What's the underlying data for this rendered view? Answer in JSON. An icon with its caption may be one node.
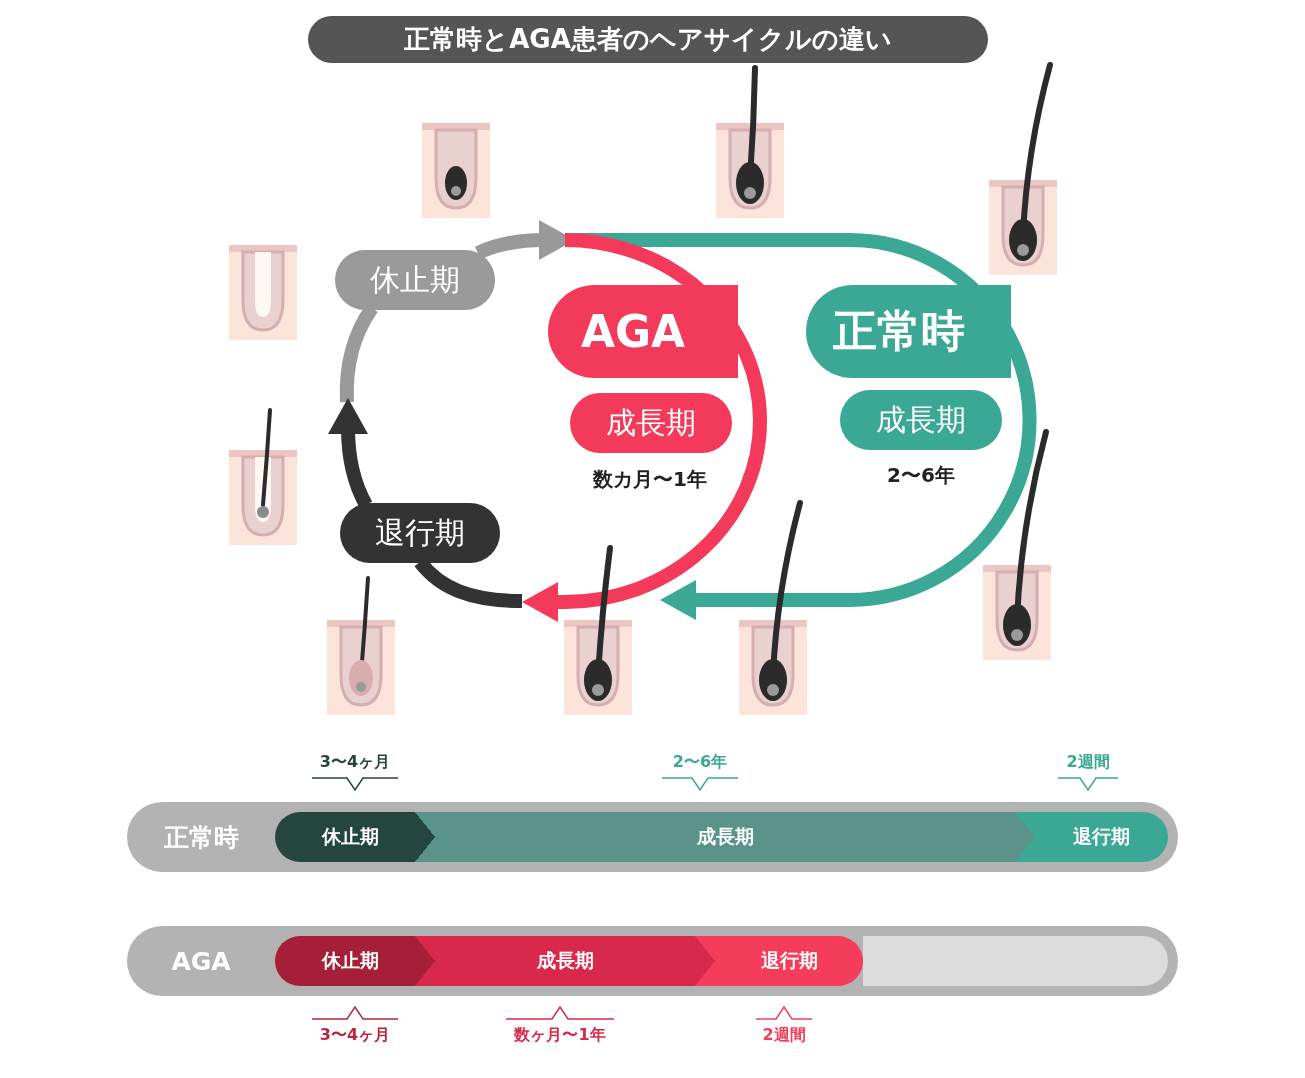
{
  "diagram": {
    "title": "正常時とAGA患者のヘアサイクルの違い",
    "nodes": [
      {
        "text": [
          "休止期"
        ]
      },
      {
        "text": [
          "AGA"
        ]
      },
      {
        "text": [
          "成長期"
        ],
        "beside": [
          "数カ月〜1年"
        ]
      },
      {
        "text": [
          "正常時"
        ]
      },
      {
        "text": [
          "成長期"
        ],
        "beside": [
          "2〜6年"
        ]
      },
      {
        "text": [
          "退行期"
        ]
      },
      {
        "text": [
          "正常時"
        ]
      },
      {
        "text": [
          "休止期"
        ],
        "in": 6,
        "beside": [
          "3〜4ヶ月"
        ]
      },
      {
        "text": [
          "成長期"
        ],
        "in": 6,
        "beside": [
          "2〜6年"
        ]
      },
      {
        "text": [
          "退行期"
        ],
        "in": 6,
        "beside": [
          "2週間"
        ]
      },
      {
        "text": [
          "AGA"
        ]
      },
      {
        "text": [
          "休止期"
        ],
        "in": 10,
        "beside": [
          "3〜4ヶ月"
        ]
      },
      {
        "text": [
          "成長期"
        ],
        "in": 10,
        "beside": [
          "数ヶ月〜1年"
        ]
      },
      {
        "text": [
          "退行期"
        ],
        "in": 10,
        "beside": [
          "2週間"
        ]
      }
    ],
    "edges": [
      {
        "from": 0,
        "to": 1,
        "arrow": "to",
        "color": "#999999"
      },
      {
        "from": 1,
        "to": 5,
        "arrow": "to",
        "color": "#f43a5b"
      },
      {
        "from": 3,
        "to": null,
        "arrow": "to",
        "color": "#3aa894"
      },
      {
        "from": 5,
        "to": 0,
        "arrow": "to",
        "color": "#333333"
      }
    ]
  }
}
